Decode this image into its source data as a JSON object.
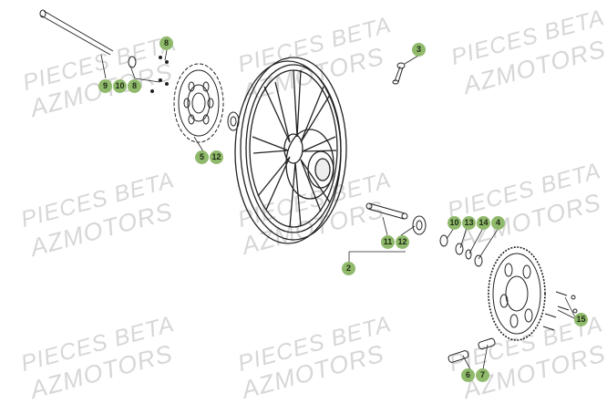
{
  "watermarks": {
    "line_a": "PIECES BETA",
    "line_b": "AZMOTORS"
  },
  "callouts": {
    "c3": "3",
    "c8_top": "8",
    "c9": "9",
    "c10_left": "10",
    "c8_left": "8",
    "c5": "5",
    "c12_left": "12",
    "c11": "11",
    "c12_right": "12",
    "c2": "2",
    "c10_right": "10",
    "c13": "13",
    "c14": "14",
    "c4": "4",
    "c15": "15",
    "c6": "6",
    "c7": "7"
  },
  "colors": {
    "callout_fill": "#8fb96b",
    "line": "#222222",
    "watermark": "#d7d7d7"
  }
}
